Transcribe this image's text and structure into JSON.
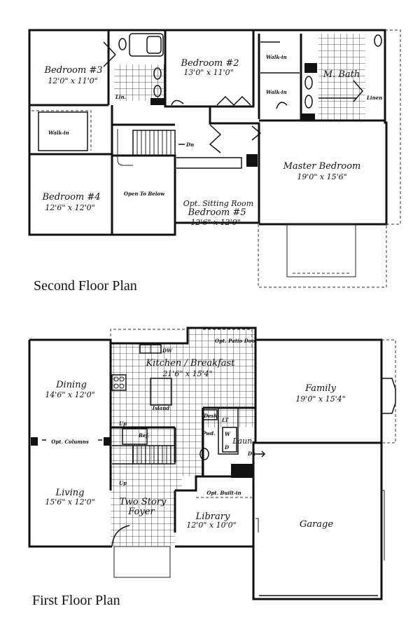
{
  "second_floor": {
    "title": "Second Floor Plan",
    "rooms": {
      "bedroom3": {
        "name": "Bedroom #3",
        "dims": "12'0\" x 11'0\""
      },
      "bedroom2": {
        "name": "Bedroom #2",
        "dims": "13'0\" x 11'0\""
      },
      "mbath": {
        "name": "M. Bath"
      },
      "walkin_mb1": {
        "name": "Walk-in"
      },
      "walkin_mb2": {
        "name": "Walk-in"
      },
      "linen_up": {
        "name": "Linen"
      },
      "lin": {
        "name": "Lin."
      },
      "walkin_b4": {
        "name": "Walk-in"
      },
      "bedroom4": {
        "name": "Bedroom #4",
        "dims": "12'6\" x 12'0\""
      },
      "open_below": {
        "name": "Open To Below"
      },
      "dn": {
        "name": "Dn"
      },
      "sitting": {
        "line1": "Opt. Sitting Room",
        "line2": "Bedroom #5",
        "dims": "12'6\" x 12'0\""
      },
      "master": {
        "name": "Master Bedroom",
        "dims": "19'0\" x 15'6\""
      }
    }
  },
  "first_floor": {
    "title": "First Floor Plan",
    "rooms": {
      "kitchen": {
        "name": "Kitchen / Breakfast",
        "dims": "21'6\" x 15'4\""
      },
      "opt_patio": {
        "name": "Opt. Patio Door"
      },
      "dw": {
        "name": "DW"
      },
      "island": {
        "name": "Island"
      },
      "dining": {
        "name": "Dining",
        "dims": "14'6\" x 12'0\""
      },
      "family": {
        "name": "Family",
        "dims": "19'0\" x 15'4\""
      },
      "opt_columns": {
        "name": "Opt. Columns"
      },
      "desk": {
        "name": "Desk"
      },
      "lt": {
        "name": "LT"
      },
      "w": {
        "name": "W"
      },
      "d": {
        "name": "D"
      },
      "laun": {
        "name": "Laun."
      },
      "pwd": {
        "name": "Pwd."
      },
      "ref": {
        "name": "Ref."
      },
      "up1": {
        "name": "Up"
      },
      "up2": {
        "name": "Up"
      },
      "dn": {
        "name": "Dn"
      },
      "living": {
        "name": "Living",
        "dims": "15'6\" x 12'0\""
      },
      "foyer": {
        "line1": "Two Story",
        "line2": "Foyer"
      },
      "opt_builtin": {
        "name": "Opt. Built-in"
      },
      "library": {
        "name": "Library",
        "dims": "12'0\" x 10'0\""
      },
      "garage": {
        "name": "Garage"
      }
    }
  }
}
